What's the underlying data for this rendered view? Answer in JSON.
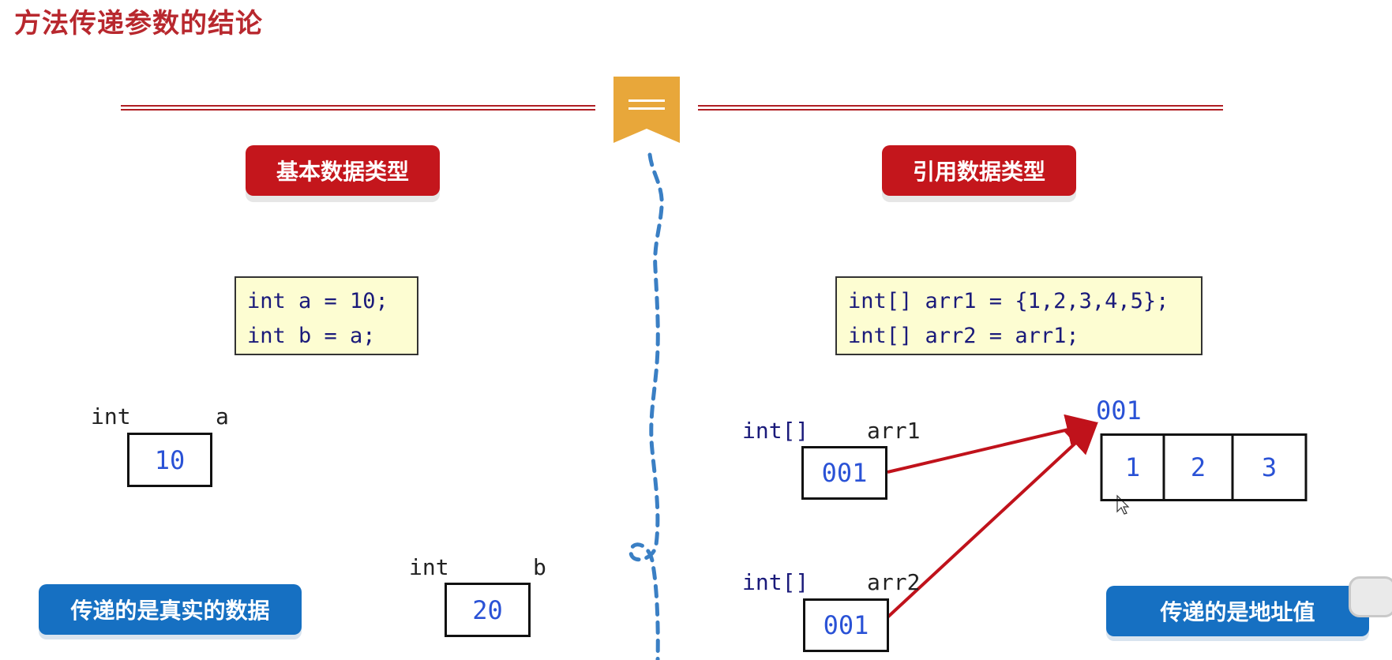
{
  "title": "方法传递参数的结论",
  "left": {
    "header": "基本数据类型",
    "code": [
      "int a = 10;",
      "int b = a;"
    ],
    "var_a": {
      "type": "int",
      "name": "a",
      "value": "10"
    },
    "var_b": {
      "type": "int",
      "name": "b",
      "value": "20"
    },
    "conclusion": "传递的是真实的数据"
  },
  "right": {
    "header": "引用数据类型",
    "code": [
      "int[] arr1 = {1,2,3,4,5};",
      "int[] arr2 = arr1;"
    ],
    "var_arr1": {
      "type": "int[]",
      "name": "arr1",
      "value": "001"
    },
    "var_arr2": {
      "type": "int[]",
      "name": "arr2",
      "value": "001"
    },
    "array_address": "001",
    "array_values": [
      "1",
      "2",
      "3"
    ],
    "conclusion": "传递的是地址值"
  },
  "colors": {
    "title": "#b8282e",
    "red_button": "#c4161c",
    "blue_button": "#1670c2",
    "bookmark": "#e8a73a",
    "arrow": "#c0121b",
    "value_text": "#2a52d6",
    "dashed_line": "#3a7fc4"
  },
  "icons": [
    "bookmark-icon",
    "cursor-icon",
    "video-icon"
  ]
}
